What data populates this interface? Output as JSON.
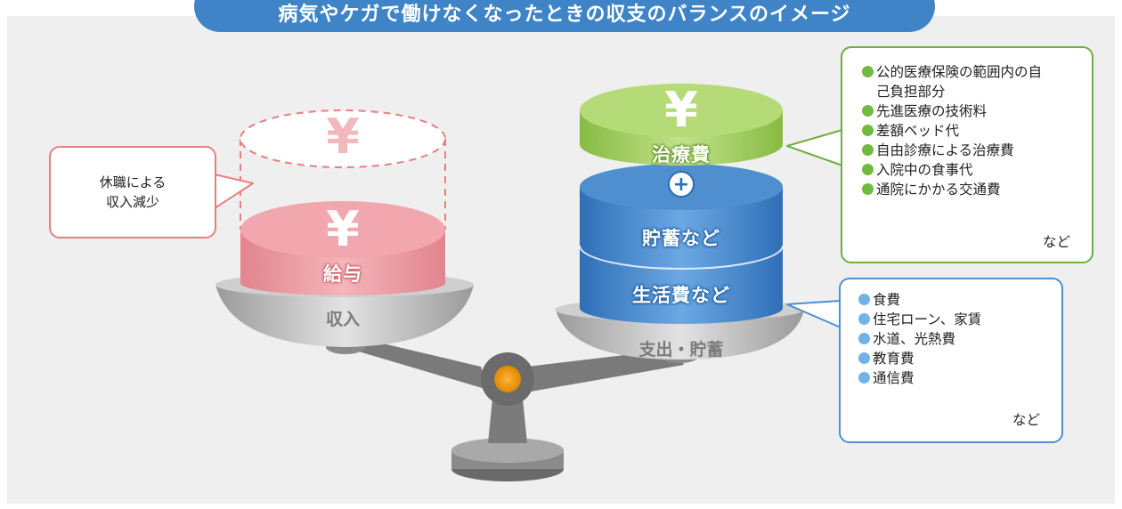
{
  "title": "病気やケガで働けなくなったときの収支のバランスのイメージ",
  "colors": {
    "title_bg": "#3f84c6",
    "income": "#ee9aa3",
    "treatment": "#a9d26a",
    "savings_living": "#4d8fd0",
    "pivot": "#f39800",
    "panel_bg": "#efefef"
  },
  "income_side": {
    "callout_lines": [
      "休職による",
      "収入減少"
    ],
    "salary_label": "給与",
    "yen_symbol": "¥",
    "pan_label": "収入"
  },
  "expense_side": {
    "treatment_label": "治療費",
    "plus_symbol": "+",
    "savings_label": "貯蓄など",
    "living_label": "生活費など",
    "yen_symbol": "¥",
    "pan_label": "支出・貯蓄"
  },
  "treatment_items": [
    "公的医療保険の範囲内の自己負担部分",
    "先進医療の技術料",
    "差額ベッド代",
    "自由診療による治療費",
    "入院中の食事代",
    "通院にかかる交通費"
  ],
  "treatment_more": "など",
  "living_items": [
    "食費",
    "住宅ローン、家賃",
    "水道、光熱費",
    "教育費",
    "通信費"
  ],
  "living_more": "など"
}
